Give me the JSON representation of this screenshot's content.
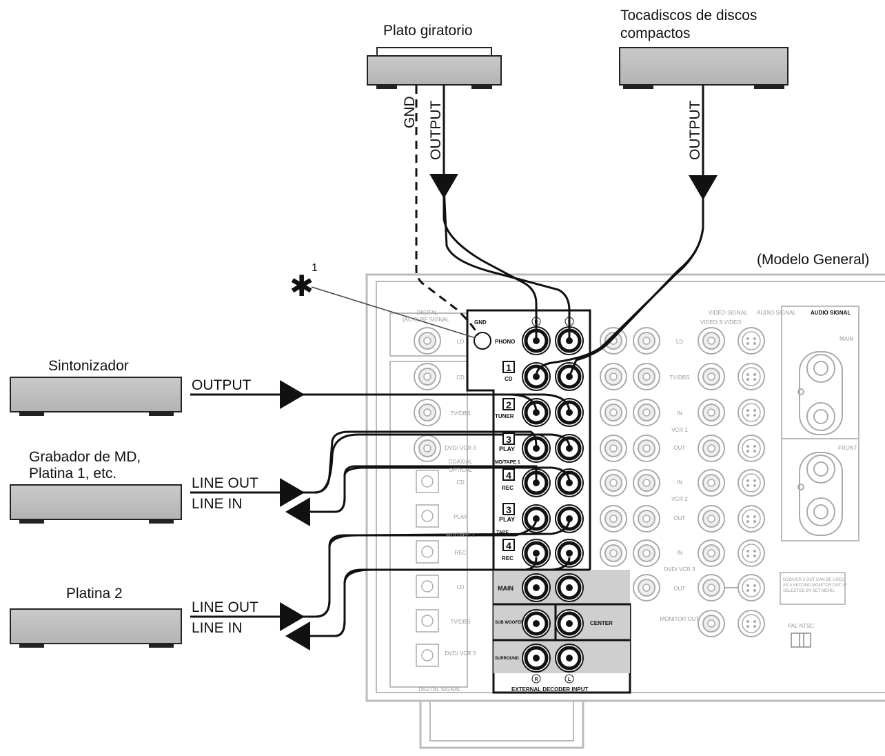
{
  "devices": {
    "turntable": {
      "name": "Plato giratorio",
      "gnd": "GND",
      "output": "OUTPUT"
    },
    "cd_player": {
      "name_line1": "Tocadiscos de discos",
      "name_line2": "compactos",
      "output": "OUTPUT"
    },
    "tuner": {
      "name": "Sintonizador",
      "output": "OUTPUT"
    },
    "md_recorder": {
      "name_line1": "Grabador de MD,",
      "name_line2": "Platina 1, etc.",
      "line_out": "LINE OUT",
      "line_in": "LINE IN"
    },
    "deck2": {
      "name": "Platina 2",
      "line_out": "LINE OUT",
      "line_in": "LINE IN"
    }
  },
  "receiver": {
    "model_label": "(Modelo General)",
    "asterisk": "✱",
    "asterisk_note": "1",
    "gnd_terminal": "GND",
    "channel_r": "R",
    "channel_l": "L",
    "inputs": {
      "phono": "PHONO",
      "cd_num": "1",
      "cd": "CD",
      "tuner_num": "2",
      "tuner": "TUNER",
      "md_play_num": "3",
      "md_play": "PLAY",
      "md_group": "MD/TAPE 1",
      "md_rec_num": "4",
      "md_rec": "REC",
      "tape_play_num": "3",
      "tape_play": "PLAY",
      "tape_group": "TAPE",
      "tape_rec_num": "4",
      "tape_rec": "REC"
    },
    "decoder": {
      "main": "MAIN",
      "subwoofer": "SUB WOOFER",
      "center": "CENTER",
      "surround": "SURROUND",
      "title": "EXTERNAL DECODER INPUT"
    },
    "digital": {
      "header_line1": "DIGITAL",
      "header_line2": "(AC-3) RF SIGNAL",
      "ld": "LD",
      "cd": "CD",
      "tvdbs": "TV/DBS",
      "dvd_vcr3": "DVD/ VCR 3",
      "coaxial": "COAXIAL",
      "optical": "OPTICAL",
      "opt_cd": "CD",
      "opt_play": "PLAY",
      "opt_mdtape": "MD/TAPE 1",
      "opt_rec": "REC",
      "opt_ld": "LD",
      "opt_tvdbs": "TV/DBS",
      "opt_dvd": "DVD/ VCR 3",
      "footer": "DIGITAL SIGNAL"
    },
    "video": {
      "header": "VIDEO SIGNAL",
      "audio_signal_grey": "AUDIO SIGNAL",
      "audio_signal": "AUDIO SIGNAL",
      "video_svideo": "VIDEO S VIDEO",
      "ld": "LD",
      "tvdbs": "TV/DBS",
      "vcr1_in": "IN",
      "vcr1": "VCR 1",
      "vcr1_out": "OUT",
      "vcr2_in": "IN",
      "vcr2": "VCR 2",
      "vcr2_out": "OUT",
      "dvd_in": "IN",
      "dvd": "DVD/ VCR 3",
      "dvd_out": "OUT",
      "monitor_out": "MONITOR OUT",
      "note": "DVD/VCR 3 OUT CAN BE USED AS A SECOND MONITOR OUT, IF SELECTED BY SET MENU.",
      "pal_ntsc": "PAL NTSC"
    },
    "speakers": {
      "main": "MAIN",
      "front": "FRONT"
    }
  }
}
